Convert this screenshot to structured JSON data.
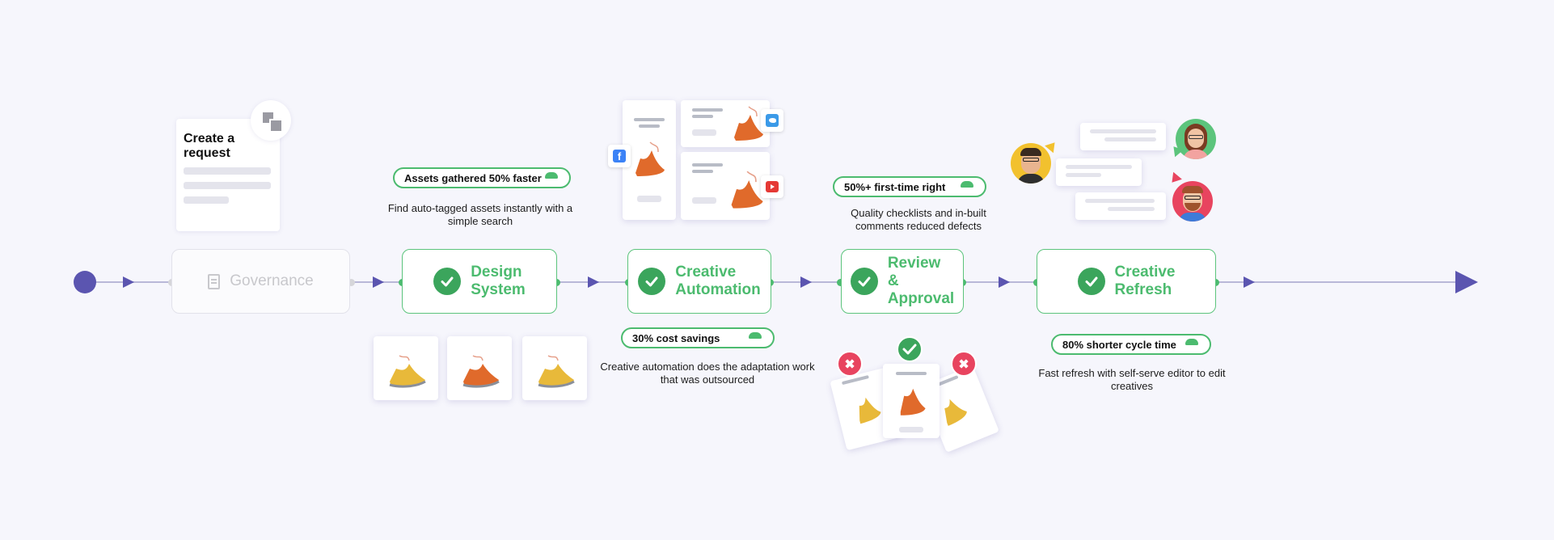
{
  "colors": {
    "background": "#f6f6fc",
    "accent_green": "#4cbb6f",
    "check_green": "#3ba55c",
    "flow_purple": "#5b55b0",
    "muted_gray": "#c8c8cc"
  },
  "request_card": {
    "title": "Create a request",
    "icon": "template-icon"
  },
  "stages": [
    {
      "label": "Governance",
      "state": "inactive",
      "icon": "document-icon"
    },
    {
      "label": "Design System",
      "state": "done",
      "icon": "check-icon"
    },
    {
      "label": "Creative Automation",
      "state": "done",
      "icon": "check-icon"
    },
    {
      "label": "Review & Approval",
      "state": "done",
      "icon": "check-icon"
    },
    {
      "label": "Creative Refresh",
      "state": "done",
      "icon": "check-icon"
    }
  ],
  "callouts": {
    "design_system": {
      "badge": "Assets gathered 50% faster",
      "description": "Find auto-tagged assets instantly with a simple search"
    },
    "creative_automation": {
      "badge": "30% cost savings",
      "description": "Creative automation does the adaptation work that was outsourced"
    },
    "review_approval": {
      "badge": "50%+ first-time right",
      "description": "Quality checklists and in-built comments reduced defects"
    },
    "creative_refresh": {
      "badge": "80% shorter cycle time",
      "description": "Fast refresh with self-serve editor to edit creatives"
    }
  },
  "social_icons": [
    "facebook-icon",
    "twitter-icon",
    "youtube-icon"
  ],
  "shoe_colors": [
    "#e8b93a",
    "#e06a2b",
    "#e8b93a"
  ]
}
